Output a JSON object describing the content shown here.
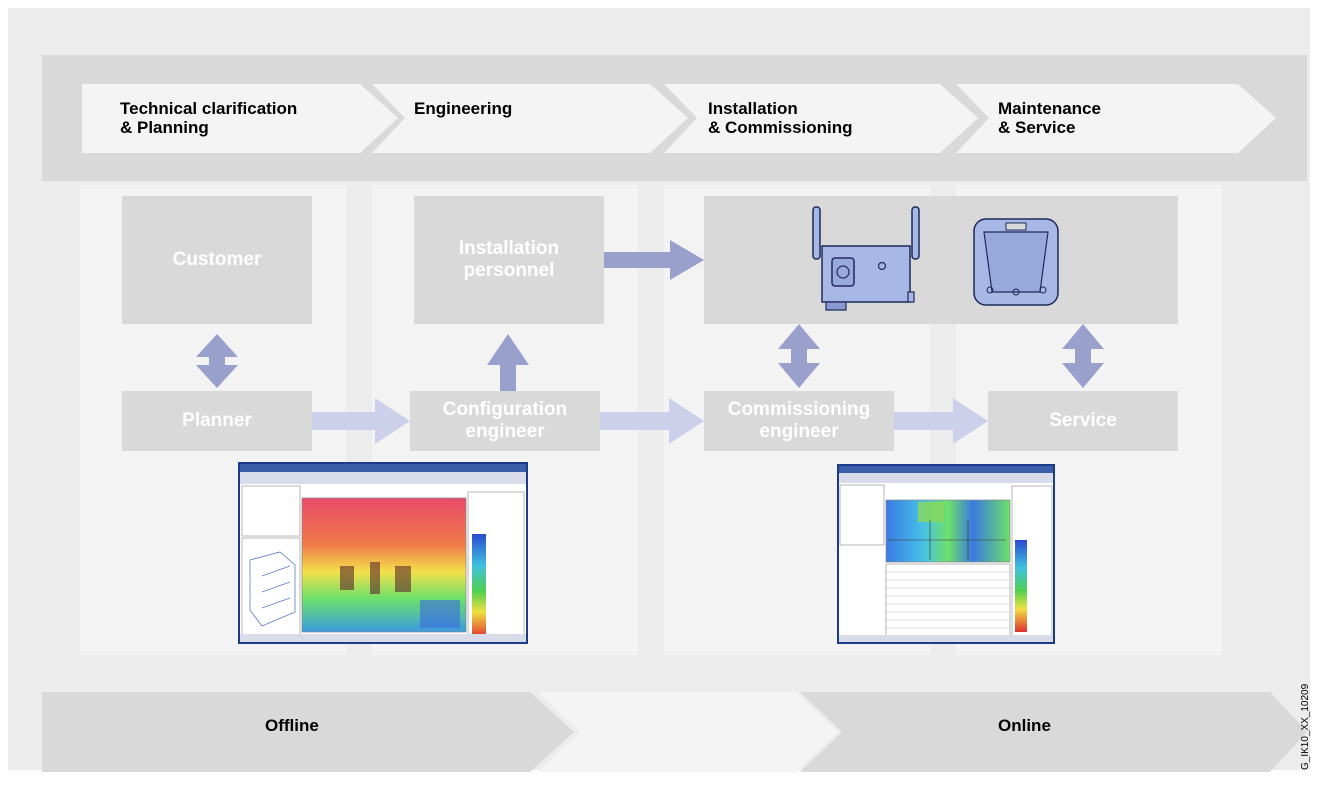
{
  "phases": [
    {
      "label": "Technical clarification\n& Planning"
    },
    {
      "label": "Engineering"
    },
    {
      "label": "Installation\n& Commissioning"
    },
    {
      "label": "Maintenance\n& Service"
    }
  ],
  "roles": {
    "customer": "Customer",
    "installation_personnel": "Installation\npersonnel",
    "planner": "Planner",
    "configuration_engineer": "Configuration\nengineer",
    "commissioning_engineer": "Commissioning\nengineer",
    "service": "Service"
  },
  "modes": {
    "offline": "Offline",
    "online": "Online"
  },
  "document_code": "G_IK10_XX_10209",
  "colors": {
    "arrow_dark": "#9aa0cc",
    "arrow_light": "#cdd0ea",
    "device": "#a8b8e6",
    "box": "#d9d9d9",
    "column": "#f3f3f3"
  }
}
